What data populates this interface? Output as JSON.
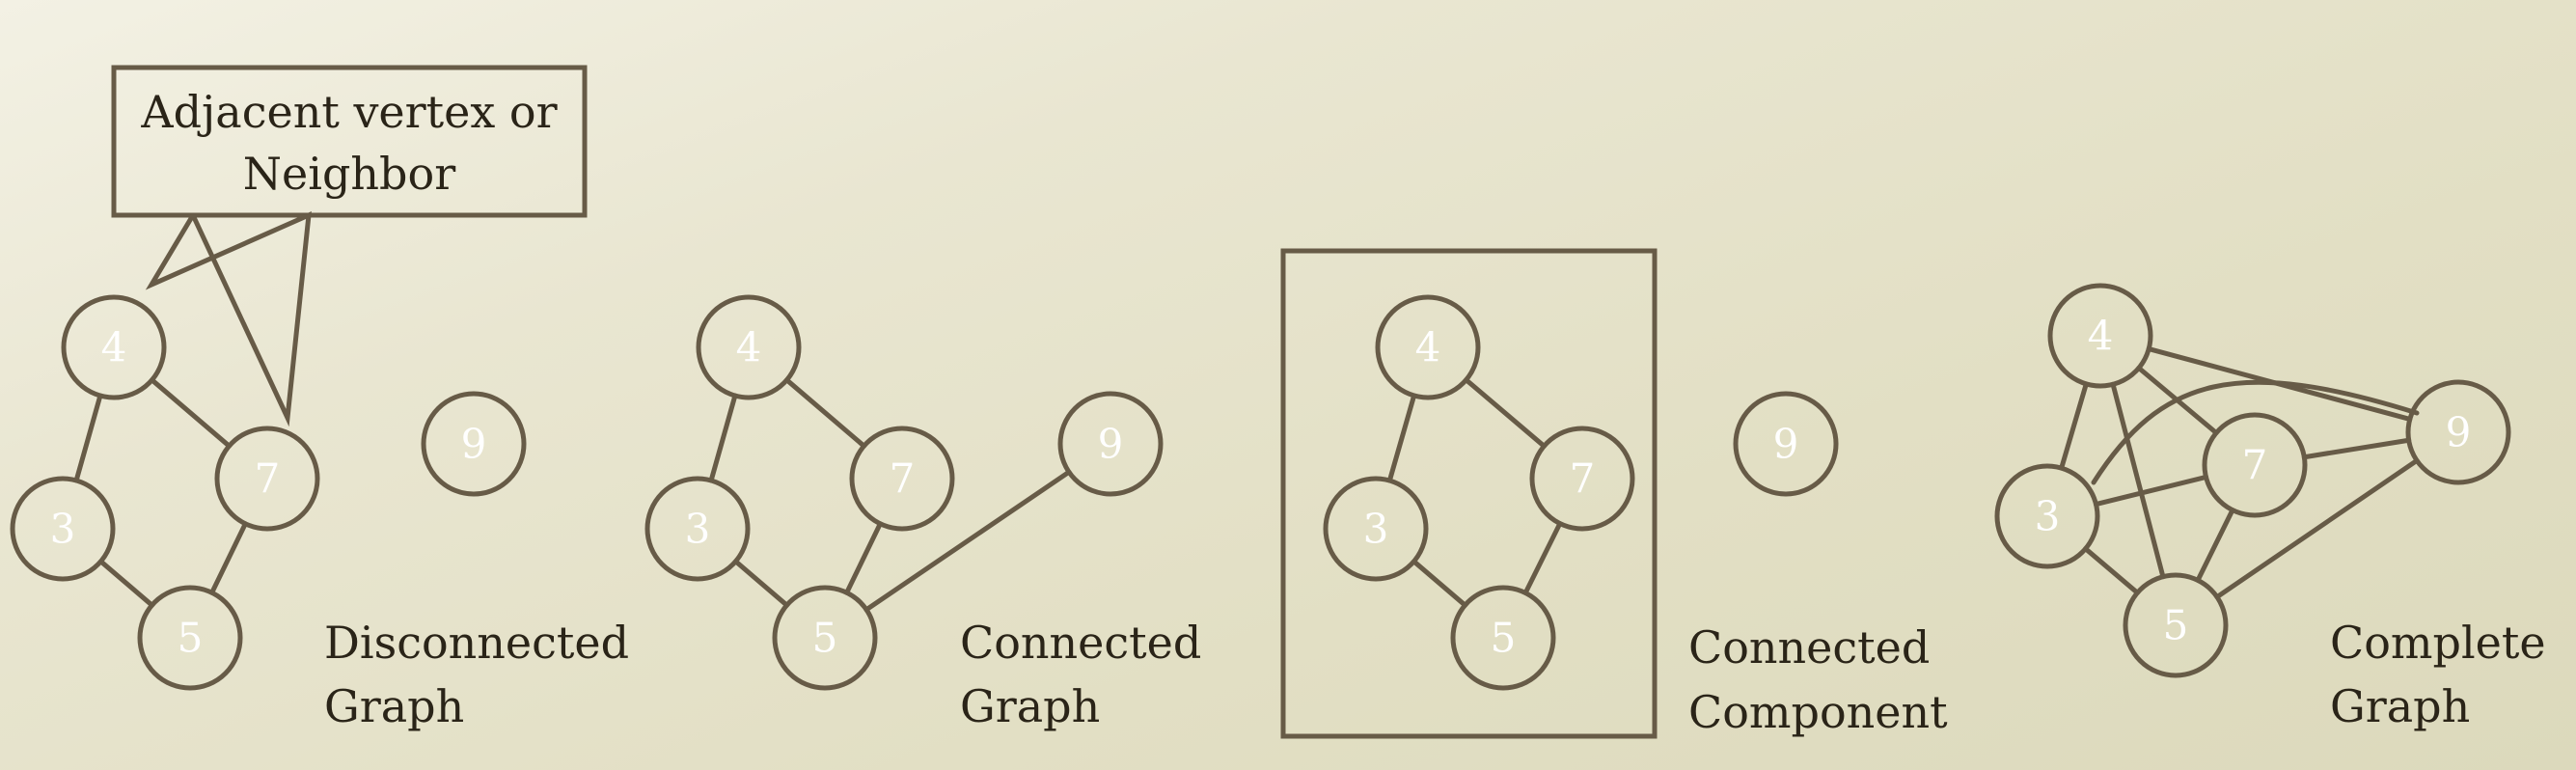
{
  "callout": {
    "line1": "Adjacent vertex or",
    "line2": "Neighbor"
  },
  "graphs": [
    {
      "id": "disconnected",
      "label_line1": "Disconnected",
      "label_line2": "Graph",
      "vertices": [
        "4",
        "7",
        "3",
        "5",
        "9"
      ],
      "edges": [
        [
          "4",
          "3"
        ],
        [
          "4",
          "7"
        ],
        [
          "3",
          "5"
        ],
        [
          "7",
          "5"
        ]
      ]
    },
    {
      "id": "connected",
      "label_line1": "Connected",
      "label_line2": "Graph",
      "vertices": [
        "4",
        "7",
        "3",
        "5",
        "9"
      ],
      "edges": [
        [
          "4",
          "3"
        ],
        [
          "4",
          "7"
        ],
        [
          "3",
          "5"
        ],
        [
          "7",
          "5"
        ],
        [
          "5",
          "9"
        ]
      ]
    },
    {
      "id": "component",
      "label_line1": "Connected",
      "label_line2": "Component",
      "vertices": [
        "4",
        "7",
        "3",
        "5",
        "9"
      ],
      "edges": [
        [
          "4",
          "3"
        ],
        [
          "4",
          "7"
        ],
        [
          "3",
          "5"
        ],
        [
          "7",
          "5"
        ]
      ]
    },
    {
      "id": "complete",
      "label_line1": "Complete",
      "label_line2": "Graph",
      "vertices": [
        "4",
        "7",
        "3",
        "5",
        "9"
      ],
      "edges": [
        [
          "4",
          "3"
        ],
        [
          "4",
          "7"
        ],
        [
          "4",
          "5"
        ],
        [
          "4",
          "9"
        ],
        [
          "3",
          "7"
        ],
        [
          "3",
          "5"
        ],
        [
          "3",
          "9"
        ],
        [
          "7",
          "5"
        ],
        [
          "7",
          "9"
        ],
        [
          "5",
          "9"
        ]
      ]
    }
  ],
  "colors": {
    "stroke": "#675b47",
    "vertex_text": "#ffffff",
    "text": "#2a2418",
    "background": "#e6e3cc"
  }
}
